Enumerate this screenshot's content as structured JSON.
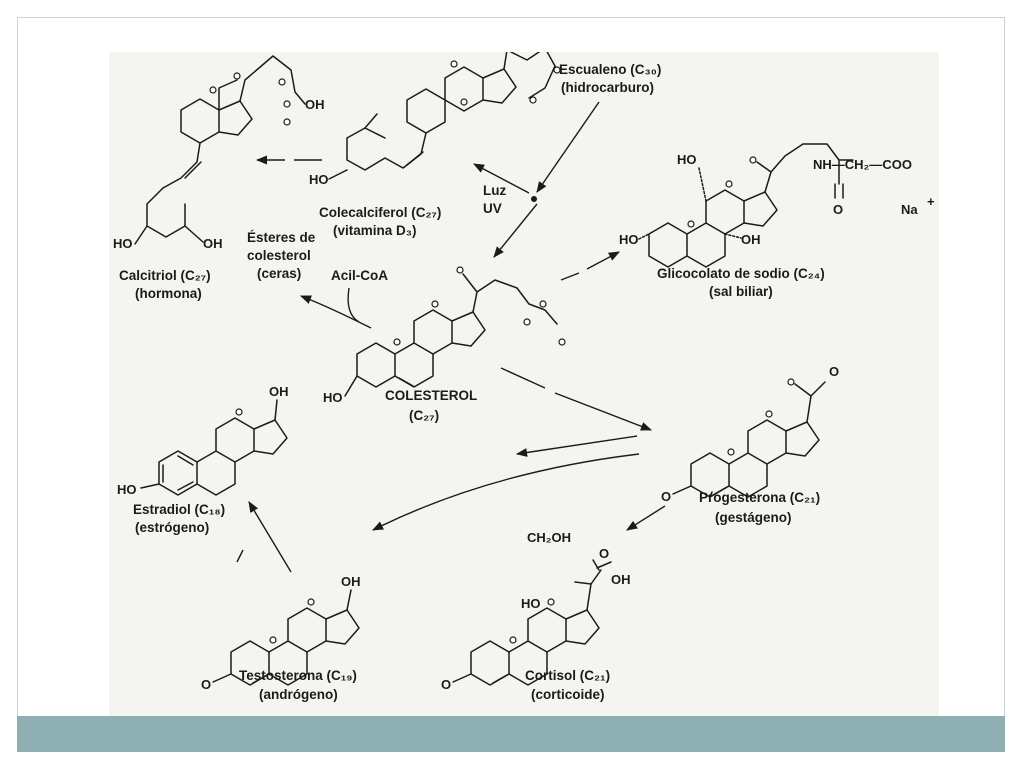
{
  "colors": {
    "frame": "#c5d3d6",
    "bottom_bar": "#8fb0b2",
    "figure_bg": "#f4f4f1",
    "ink": "#1b1b1b"
  },
  "molecules": {
    "escualeno": {
      "name": "Escualeno (C₃₀)",
      "sub": "(hidrocarburo)"
    },
    "colecalciferol": {
      "name": "Colecalciferol (C₂₇)",
      "sub": "(vitamina D₃)",
      "oh": "HO"
    },
    "calcitriol": {
      "name": "Calcitriol (C₂₇)",
      "sub": "(hormona)",
      "oh_left": "HO",
      "oh_right": "OH",
      "oh_chain": "OH"
    },
    "esteres": {
      "line1": "Ésteres de",
      "line2": "colesterol",
      "line3": "(ceras)"
    },
    "acil_coa": {
      "label": "Acil-CoA"
    },
    "luz": {
      "line1": "Luz",
      "line2": "UV"
    },
    "colesterol": {
      "name": "COLESTEROL",
      "sub": "(C₂₇)",
      "oh": "HO"
    },
    "glicocolato": {
      "name": "Glicocolato de sodio (C₂₄)",
      "sub": "(sal biliar)",
      "chain": "NH—CH₂—COO",
      "o": "O",
      "na": "Na",
      "plus": "+",
      "oh_top": "HO",
      "oh_left": "HO",
      "oh_right": "OH"
    },
    "estradiol": {
      "name": "Estradiol (C₁₈)",
      "sub": "(estrógeno)",
      "oh_top": "OH",
      "oh_left": "HO"
    },
    "progesterona": {
      "name": "Progesterona (C₂₁)",
      "sub": "(gestágeno)",
      "o_left": "O",
      "o_top": "O"
    },
    "testosterona": {
      "name": "Testosterona (C₁₉)",
      "sub": "(andrógeno)",
      "o_left": "O",
      "oh_top": "OH"
    },
    "cortisol": {
      "name": "Cortisol (C₂₁)",
      "sub": "(corticoide)",
      "o_left": "O",
      "ch2oh": "CH₂OH",
      "o_ketone": "O",
      "oh_right": "OH",
      "ho": "HO"
    }
  }
}
